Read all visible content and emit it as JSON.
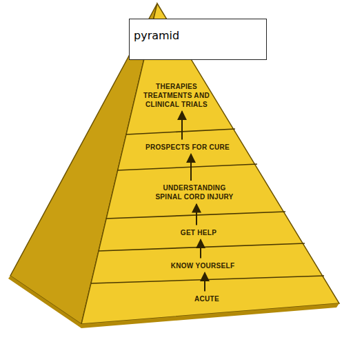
{
  "diagram": {
    "nodes": [
      {
        "text": [
          "pyramid"
        ]
      },
      {
        "text": [
          "THERAPIES TREATMENTS AND CLINICAL TRIALS"
        ]
      },
      {
        "text": [
          "PROSPECTS FOR CURE"
        ]
      },
      {
        "text": [
          "UNDERSTANDING SPINAL CORD INJURY"
        ]
      },
      {
        "text": [
          "GET HELP"
        ]
      },
      {
        "text": [
          "KNOW YOURSELF"
        ]
      },
      {
        "text": [
          "ACUTE"
        ]
      }
    ],
    "edges": [
      {
        "from": 6,
        "to": 5,
        "arrow": "to"
      },
      {
        "from": 5,
        "to": 4,
        "arrow": "to"
      },
      {
        "from": 4,
        "to": 3,
        "arrow": "to"
      },
      {
        "from": 3,
        "to": 2,
        "arrow": "to"
      },
      {
        "from": 2,
        "to": 1,
        "arrow": "to"
      }
    ]
  }
}
